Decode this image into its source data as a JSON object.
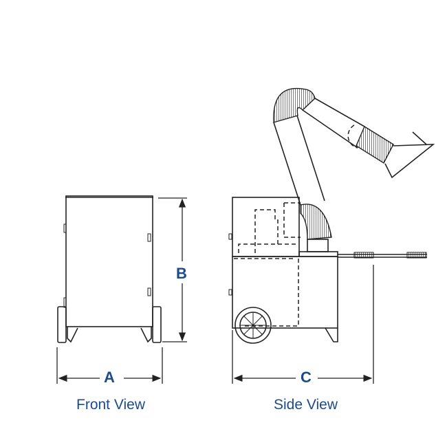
{
  "dimensions": {
    "a": "A",
    "b": "B",
    "c": "C"
  },
  "captions": {
    "front": "Front View",
    "side": "Side View"
  },
  "colors": {
    "label": "#1d4a88",
    "line": "#222222"
  }
}
